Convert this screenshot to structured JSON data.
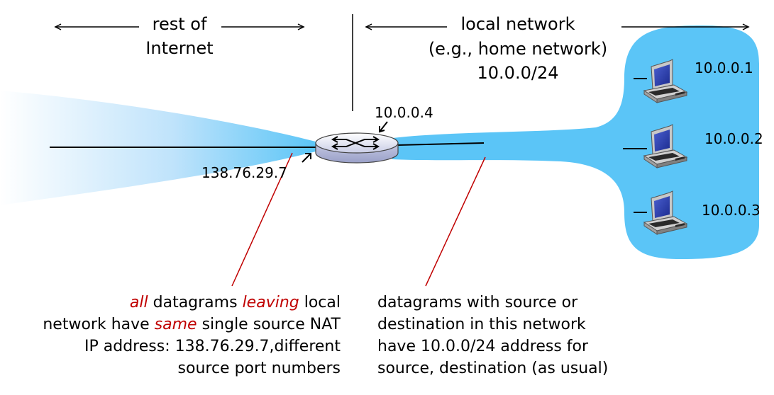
{
  "headers": {
    "rest_line1": "rest of",
    "rest_line2": "Internet",
    "local_line1": "local network",
    "local_line2": "(e.g., home network)",
    "local_subnet": "10.0.0/24"
  },
  "addresses": {
    "router_local": "10.0.0.4",
    "router_public": "138.76.29.7",
    "host1": "10.0.0.1",
    "host2": "10.0.0.2",
    "host3": "10.0.0.3"
  },
  "notes": {
    "left": {
      "w_all": "all",
      "t_datagrams": " datagrams ",
      "w_leaving": "leaving",
      "t_local": " local",
      "t_network_have": "network have ",
      "w_same": "same",
      "t_single": " single source NAT",
      "line3": "IP address: 138.76.29.7,different",
      "line4": "source port numbers"
    },
    "right": {
      "line1": "datagrams with source or",
      "line2": "destination in this network",
      "line3": "have 10.0.0/24 address for",
      "line4": "source, destination (as usual)"
    }
  },
  "colors": {
    "network_blue": "#5bc5f7",
    "annotation_red": "#c00000",
    "router_fill": "#dde0f0"
  },
  "icons": [
    "router-icon",
    "computer-icon"
  ]
}
